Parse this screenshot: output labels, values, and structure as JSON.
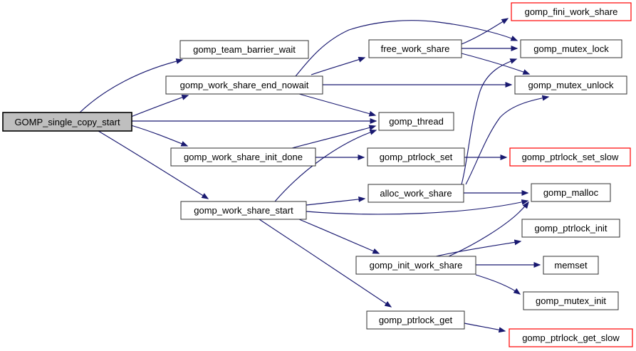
{
  "diagram": {
    "kind": "call-graph",
    "background_color": "#ffffff",
    "edge_color": "#191970",
    "node_fill_color": "#ffffff",
    "node_border_color": "#2f2f2f",
    "root_node_fill_color": "#bfbfbf",
    "external_node_border_color": "#ff0000",
    "nodes": [
      {
        "id": "GOMP_single_copy_start",
        "label": "GOMP_single_copy_start",
        "style": "root"
      },
      {
        "id": "gomp_team_barrier_wait",
        "label": "gomp_team_barrier_wait",
        "style": "normal"
      },
      {
        "id": "gomp_work_share_end_nowait",
        "label": "gomp_work_share_end_nowait",
        "style": "normal"
      },
      {
        "id": "gomp_thread",
        "label": "gomp_thread",
        "style": "normal"
      },
      {
        "id": "gomp_work_share_init_done",
        "label": "gomp_work_share_init_done",
        "style": "normal"
      },
      {
        "id": "gomp_work_share_start",
        "label": "gomp_work_share_start",
        "style": "normal"
      },
      {
        "id": "free_work_share",
        "label": "free_work_share",
        "style": "normal"
      },
      {
        "id": "gomp_fini_work_share",
        "label": "gomp_fini_work_share",
        "style": "external"
      },
      {
        "id": "gomp_mutex_lock",
        "label": "gomp_mutex_lock",
        "style": "normal"
      },
      {
        "id": "gomp_mutex_unlock",
        "label": "gomp_mutex_unlock",
        "style": "normal"
      },
      {
        "id": "gomp_ptrlock_set",
        "label": "gomp_ptrlock_set",
        "style": "normal"
      },
      {
        "id": "gomp_ptrlock_set_slow",
        "label": "gomp_ptrlock_set_slow",
        "style": "external"
      },
      {
        "id": "alloc_work_share",
        "label": "alloc_work_share",
        "style": "normal"
      },
      {
        "id": "gomp_malloc",
        "label": "gomp_malloc",
        "style": "normal"
      },
      {
        "id": "gomp_ptrlock_init",
        "label": "gomp_ptrlock_init",
        "style": "normal"
      },
      {
        "id": "gomp_init_work_share",
        "label": "gomp_init_work_share",
        "style": "normal"
      },
      {
        "id": "memset",
        "label": "memset",
        "style": "normal"
      },
      {
        "id": "gomp_mutex_init",
        "label": "gomp_mutex_init",
        "style": "normal"
      },
      {
        "id": "gomp_ptrlock_get",
        "label": "gomp_ptrlock_get",
        "style": "normal"
      },
      {
        "id": "gomp_ptrlock_get_slow",
        "label": "gomp_ptrlock_get_slow",
        "style": "external"
      }
    ],
    "edges": [
      {
        "from": "GOMP_single_copy_start",
        "to": "gomp_team_barrier_wait"
      },
      {
        "from": "GOMP_single_copy_start",
        "to": "gomp_work_share_end_nowait"
      },
      {
        "from": "GOMP_single_copy_start",
        "to": "gomp_thread"
      },
      {
        "from": "GOMP_single_copy_start",
        "to": "gomp_work_share_init_done"
      },
      {
        "from": "GOMP_single_copy_start",
        "to": "gomp_work_share_start"
      },
      {
        "from": "gomp_work_share_end_nowait",
        "to": "free_work_share"
      },
      {
        "from": "gomp_work_share_end_nowait",
        "to": "gomp_mutex_lock"
      },
      {
        "from": "gomp_work_share_end_nowait",
        "to": "gomp_mutex_unlock"
      },
      {
        "from": "gomp_work_share_end_nowait",
        "to": "gomp_thread"
      },
      {
        "from": "free_work_share",
        "to": "gomp_fini_work_share"
      },
      {
        "from": "free_work_share",
        "to": "gomp_mutex_lock"
      },
      {
        "from": "free_work_share",
        "to": "gomp_mutex_unlock"
      },
      {
        "from": "gomp_work_share_init_done",
        "to": "gomp_thread"
      },
      {
        "from": "gomp_work_share_init_done",
        "to": "gomp_ptrlock_set"
      },
      {
        "from": "gomp_ptrlock_set",
        "to": "gomp_ptrlock_set_slow"
      },
      {
        "from": "gomp_work_share_start",
        "to": "gomp_thread"
      },
      {
        "from": "gomp_work_share_start",
        "to": "alloc_work_share"
      },
      {
        "from": "gomp_work_share_start",
        "to": "gomp_malloc"
      },
      {
        "from": "gomp_work_share_start",
        "to": "gomp_init_work_share"
      },
      {
        "from": "gomp_work_share_start",
        "to": "gomp_ptrlock_get"
      },
      {
        "from": "alloc_work_share",
        "to": "gomp_malloc"
      },
      {
        "from": "alloc_work_share",
        "to": "gomp_mutex_lock"
      },
      {
        "from": "alloc_work_share",
        "to": "gomp_mutex_unlock"
      },
      {
        "from": "gomp_init_work_share",
        "to": "gomp_malloc"
      },
      {
        "from": "gomp_init_work_share",
        "to": "gomp_ptrlock_init"
      },
      {
        "from": "gomp_init_work_share",
        "to": "memset"
      },
      {
        "from": "gomp_init_work_share",
        "to": "gomp_mutex_init"
      },
      {
        "from": "gomp_ptrlock_get",
        "to": "gomp_ptrlock_get_slow"
      }
    ]
  }
}
